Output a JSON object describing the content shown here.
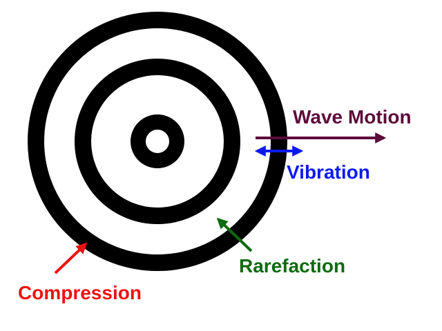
{
  "labels": {
    "wave_motion": "Wave Motion",
    "vibration": "Vibration",
    "rarefaction": "Rarefaction",
    "compression": "Compression"
  },
  "colors": {
    "rings": "#000000",
    "wave_motion": "#5c0a3a",
    "vibration": "#0a1af0",
    "rarefaction": "#0f6a10",
    "compression": "#ee1111",
    "background": "#ffffff"
  }
}
